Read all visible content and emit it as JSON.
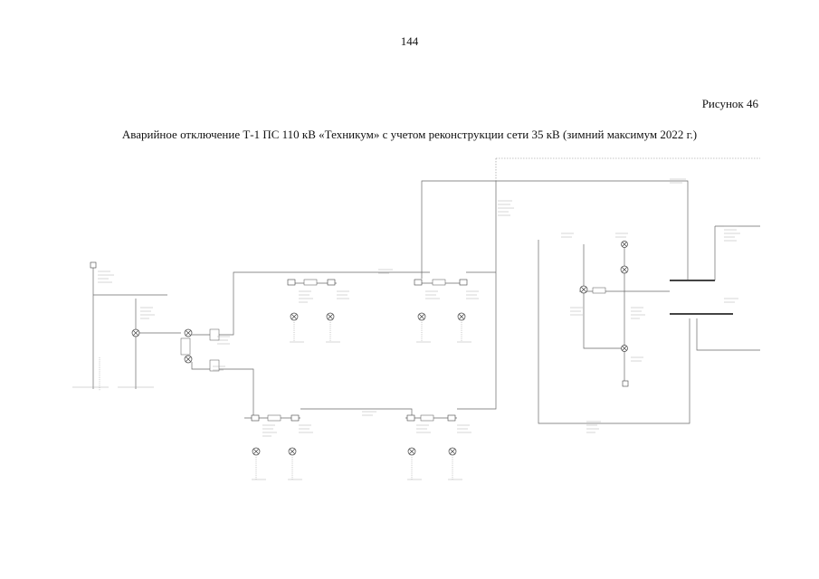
{
  "page": {
    "number": "144",
    "figure_label": "Рисунок 46",
    "caption": "Аварийное отключение Т-1 ПС 110 кВ «Техникум» с учетом реконструкции сети 35 кВ (зимний максимум 2022 г.)"
  },
  "diagram": {
    "line_color": "#6a6a6a",
    "node_color": "#444444",
    "dashed_color": "#8a8a8a"
  }
}
